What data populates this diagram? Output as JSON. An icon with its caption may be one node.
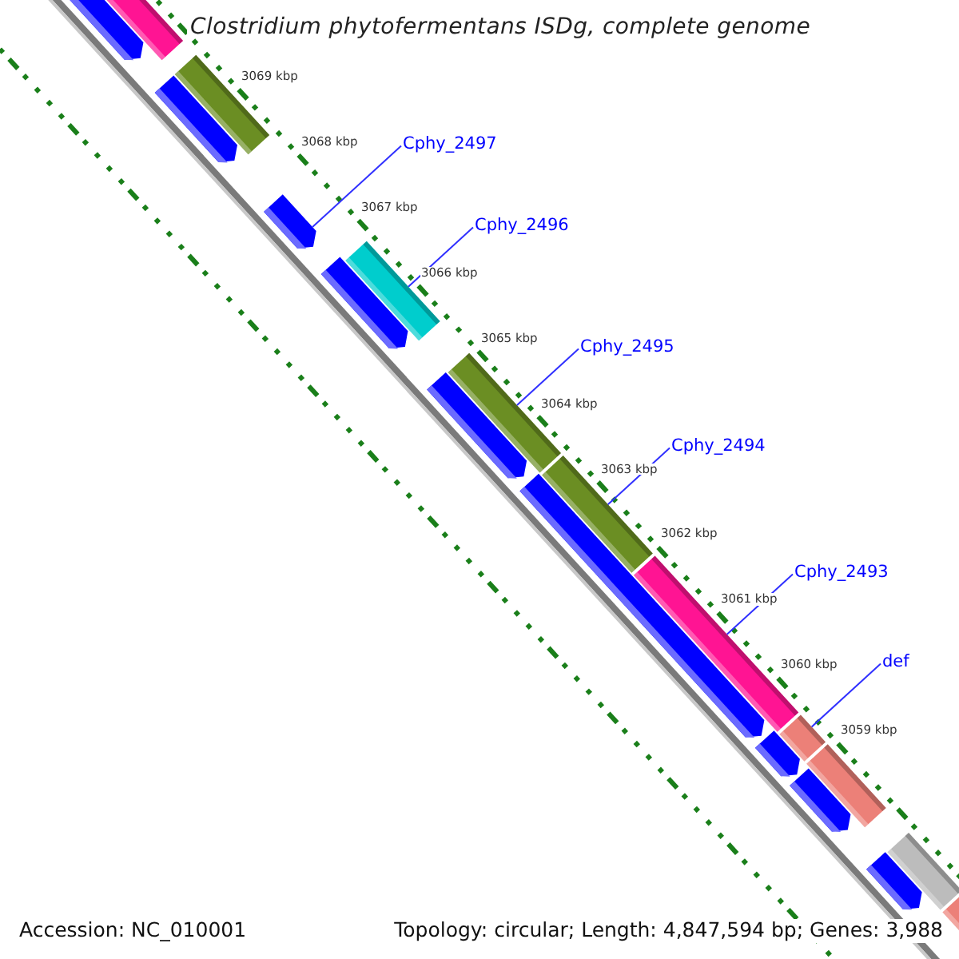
{
  "diagram": {
    "title": "Clostridium phytofermentans ISDg, complete genome",
    "nodes": [
      {
        "text": [
          "Cphy_2497"
        ]
      },
      {
        "text": [
          "Cphy_2496"
        ]
      },
      {
        "text": [
          "Cphy_2495"
        ]
      },
      {
        "text": [
          "Cphy_2494"
        ]
      },
      {
        "text": [
          "Cphy_2493"
        ]
      },
      {
        "text": [
          "def"
        ]
      },
      {
        "text": [],
        "shape": "pentagon"
      },
      {
        "text": [],
        "shape": "bar"
      },
      {
        "text": [],
        "shape": "bar"
      },
      {
        "text": [],
        "shape": "pentagon"
      },
      {
        "text": [],
        "shape": "pentagon"
      },
      {
        "text": [],
        "shape": "pentagon"
      },
      {
        "text": [],
        "shape": "bar"
      },
      {
        "text": [],
        "shape": "pentagon"
      },
      {
        "text": [],
        "shape": "bar"
      },
      {
        "text": [],
        "shape": "pentagon"
      },
      {
        "text": [],
        "shape": "bar"
      },
      {
        "text": [],
        "shape": "bar"
      },
      {
        "text": [],
        "shape": "pentagon"
      },
      {
        "text": [],
        "shape": "bar"
      },
      {
        "text": [],
        "shape": "bar"
      },
      {
        "text": [],
        "shape": "pentagon"
      },
      {
        "text": [],
        "shape": "pentagon"
      },
      {
        "text": [],
        "shape": "bar"
      },
      {
        "text": [],
        "shape": "bar"
      }
    ],
    "edges": [
      {
        "from": 0,
        "to": 10,
        "arrow": "none"
      },
      {
        "from": 1,
        "to": 12,
        "arrow": "none"
      },
      {
        "from": 2,
        "to": 14,
        "arrow": "none"
      },
      {
        "from": 3,
        "to": 16,
        "arrow": "none"
      },
      {
        "from": 4,
        "to": 17,
        "arrow": "none"
      },
      {
        "from": 5,
        "to": 19,
        "arrow": "none"
      }
    ],
    "labels": [
      "3069 kbp",
      "3068 kbp",
      "3067 kbp",
      "3066 kbp",
      "3065 kbp",
      "3064 kbp",
      "3063 kbp",
      "3062 kbp",
      "3061 kbp",
      "3060 kbp",
      "3059 kbp",
      "Accession: NC_010001",
      "Topology: circular; Length: 4,847,594 bp; Genes: 3,988"
    ]
  }
}
